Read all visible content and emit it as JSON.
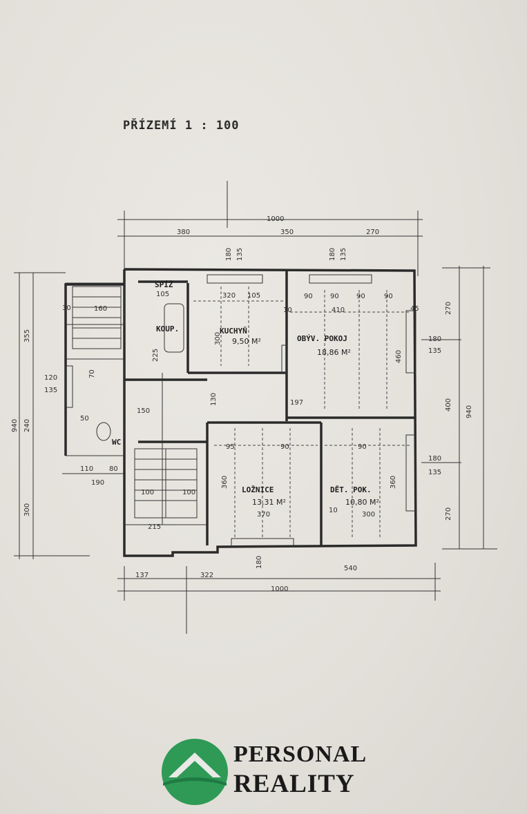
{
  "plan": {
    "title": "PŘÍZEMÍ 1 : 100",
    "rooms": {
      "kitchen": {
        "name": "KUCHYŇ",
        "area": "9,50 M²"
      },
      "living": {
        "name": "OBÝV. POKOJ",
        "area": "18,86 M²"
      },
      "bedroom": {
        "name": "LOŽNICE",
        "area": "13,31 M²"
      },
      "kids": {
        "name": "DĚT. POK.",
        "area": "10,80 M²"
      },
      "bathroom": {
        "name": "KOUP."
      },
      "pantry": {
        "name": "SPÍŽ"
      },
      "wc": {
        "name": "WC"
      }
    },
    "dims": {
      "top_total": "1000",
      "top_a": "380",
      "top_b": "350",
      "top_c": "270",
      "bottom_total": "1000",
      "bottom_a": "137",
      "bottom_b": "322",
      "bottom_c": "540",
      "left_total": "940",
      "left_a": "355",
      "left_b": "240",
      "left_c": "300",
      "right_total": "940",
      "right_a": "270",
      "right_b": "400",
      "right_c": "270",
      "d180": "180",
      "d135": "135",
      "d320": "320",
      "d105": "105",
      "d90": "90",
      "d410": "410",
      "d460": "460",
      "d360": "360",
      "d370": "370",
      "d300": "300",
      "d95": "95",
      "d120": "120",
      "d130": "130",
      "d215": "215",
      "d100": "100",
      "d110": "110",
      "d190": "190",
      "d80": "80",
      "d50": "50",
      "d160": "160",
      "d225": "225",
      "d197": "197",
      "d30": "30",
      "d45": "45",
      "d150": "150",
      "d10": "10",
      "d70": "70"
    }
  },
  "brand": {
    "line1": "PERSONAL",
    "line2": "REALITY",
    "primary_color": "#2e9a56"
  }
}
